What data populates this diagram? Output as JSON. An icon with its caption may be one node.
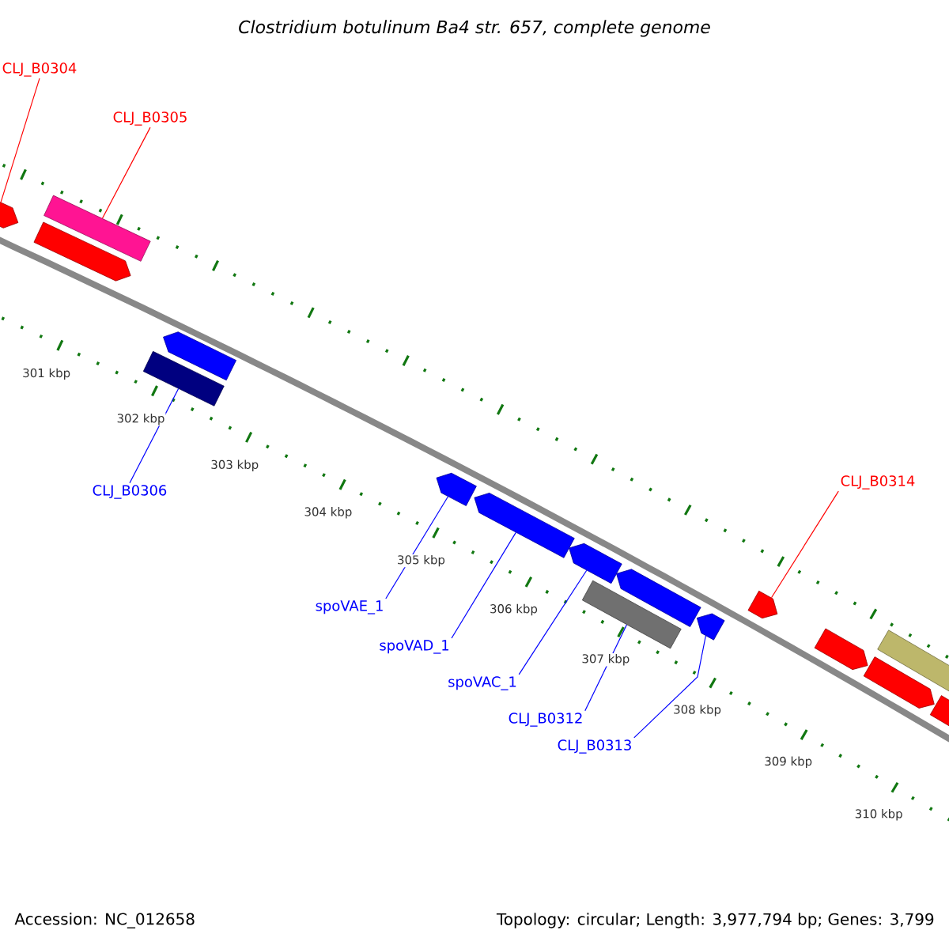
{
  "diagram": {
    "title": "Clostridium botulinum Ba4 str. 657, complete genome",
    "nodes": [
      {
        "text": [
          "CLJ_B0304"
        ]
      },
      {
        "text": [],
        "shape": "arrow"
      },
      {
        "text": [
          "CLJ_B0305"
        ]
      },
      {
        "text": [],
        "shape": "box"
      },
      {
        "text": [
          "CLJ_B0306"
        ]
      },
      {
        "text": [],
        "shape": "box"
      },
      {
        "text": [
          "spoVAE_1"
        ]
      },
      {
        "text": [],
        "shape": "arrow"
      },
      {
        "text": [
          "spoVAD_1"
        ]
      },
      {
        "text": [],
        "shape": "arrow"
      },
      {
        "text": [
          "spoVAC_1"
        ]
      },
      {
        "text": [],
        "shape": "arrow"
      },
      {
        "text": [
          "CLJ_B0312"
        ]
      },
      {
        "text": [],
        "shape": "box"
      },
      {
        "text": [
          "CLJ_B0313"
        ]
      },
      {
        "text": [],
        "shape": "arrow"
      },
      {
        "text": [
          "CLJ_B0314"
        ]
      },
      {
        "text": [],
        "shape": "arrow"
      }
    ],
    "edges": [
      {
        "from": 0,
        "to": 1,
        "arrow": "none",
        "color": "#ff0000"
      },
      {
        "from": 2,
        "to": 3,
        "arrow": "none",
        "color": "#ff0000"
      },
      {
        "from": 4,
        "to": 5,
        "arrow": "none"
      },
      {
        "from": 6,
        "to": 7,
        "arrow": "none"
      },
      {
        "from": 8,
        "to": 9,
        "arrow": "none"
      },
      {
        "from": 10,
        "to": 11,
        "arrow": "none"
      },
      {
        "from": 12,
        "to": 13,
        "arrow": "none"
      },
      {
        "from": 14,
        "to": 15,
        "arrow": "none"
      },
      {
        "from": 16,
        "to": 17,
        "arrow": "none",
        "color": "#ff0000"
      }
    ],
    "labels": [
      "301 kbp",
      "302 kbp",
      "303 kbp",
      "304 kbp",
      "305 kbp",
      "306 kbp",
      "307 kbp",
      "308 kbp",
      "309 kbp",
      "310 kbp",
      "Accession: NC_012658",
      "Topology: circular; Length: 3,977,794 bp; Genes: 3,799"
    ]
  }
}
